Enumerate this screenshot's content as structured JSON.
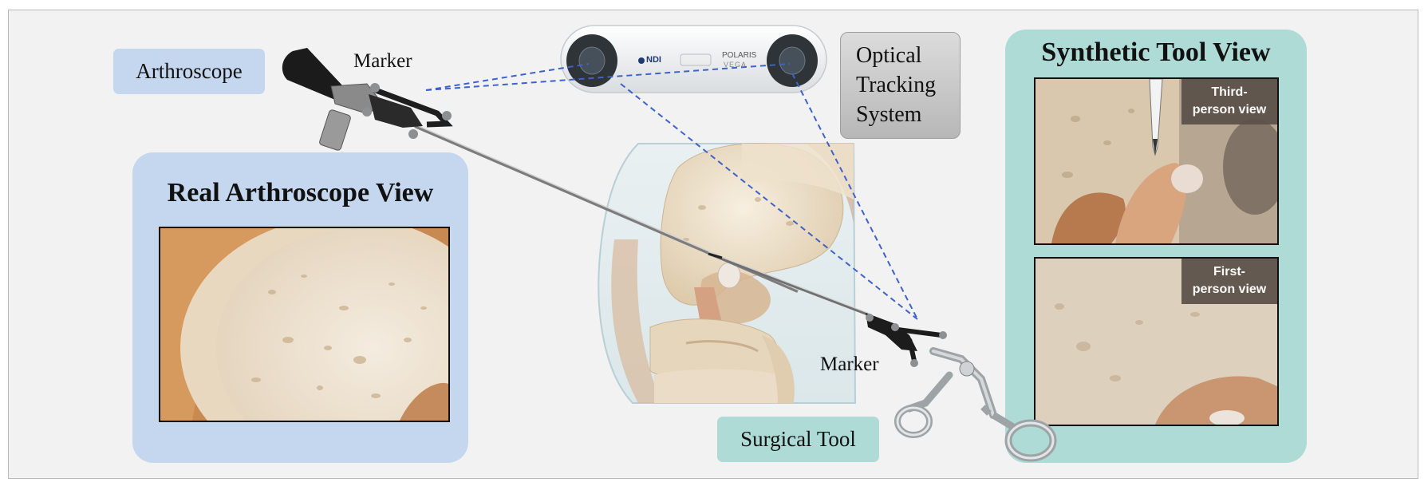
{
  "labels": {
    "arthroscope": "Arthroscope",
    "marker_top": "Marker",
    "marker_bottom": "Marker",
    "surgical_tool": "Surgical Tool",
    "optical_tracking_lines": [
      "Optical",
      "Tracking",
      "System"
    ],
    "ndi_brand": "NDI",
    "polaris_brand": "POLARIS",
    "vega_brand": "VEGA"
  },
  "panels": {
    "real": {
      "title": "Real Arthroscope View"
    },
    "synthetic": {
      "title": "Synthetic Tool View",
      "views": [
        {
          "tag_line1": "Third-",
          "tag_line2": "person view"
        },
        {
          "tag_line1": "First-",
          "tag_line2": "person view"
        }
      ]
    }
  },
  "colors": {
    "blue_panel": "#c5d7ee",
    "teal_panel": "#aedbd6",
    "tracking_line": "#3f62c9",
    "bone": "#e9dcc4",
    "tendon": "#cfa27d"
  }
}
